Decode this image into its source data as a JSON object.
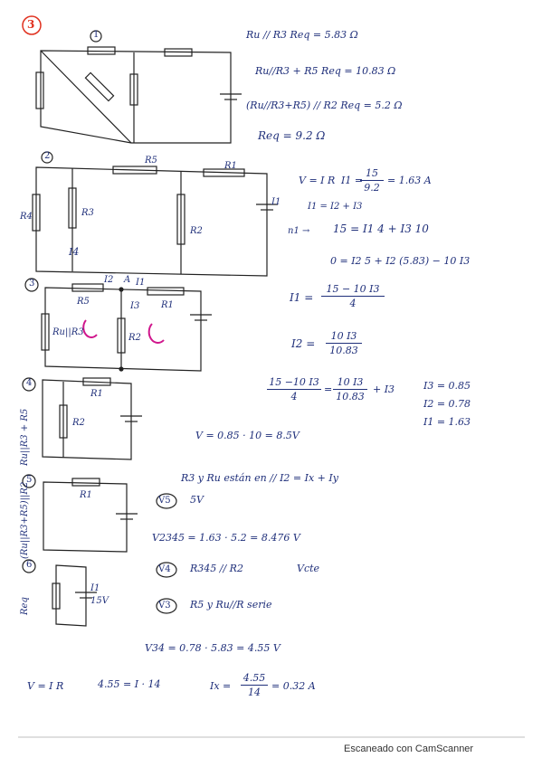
{
  "problem_number": "3",
  "steps": [
    "1",
    "2",
    "3",
    "4",
    "5",
    "6"
  ],
  "side_labels": {
    "step4": "Ru||R3 + R5",
    "step5": "(Ru||R3+R5)||R2",
    "step6": "Req"
  },
  "circuit_labels": {
    "c2_r5": "R5",
    "c2_r1": "R1",
    "c2_r4": "R4",
    "c2_r3": "R3",
    "c2_r2": "R2",
    "c2_i1": "I1",
    "c2_ix": "I4",
    "c3_i2": "I2",
    "c3_a": "A",
    "c3_i1": "I1",
    "c3_i3": "I3",
    "c3_r5": "R5",
    "c3_r1": "R1",
    "c3_ru3": "Ru||R3",
    "c3_r2": "R2",
    "c4_r1": "R1",
    "c4_r2": "R2",
    "c5_r1": "R1",
    "c6_i1": "I1",
    "c6_15v": "15V"
  },
  "notes": {
    "n1": "Ru // R3   Req = 5.83 Ω",
    "n2": "Ru//R3 + R5   Req = 10.83 Ω",
    "n3": "(Ru//R3+R5) // R2   Req = 5.2 Ω",
    "n4": "Req = 9.2 Ω",
    "n5a": "V = I R",
    "n5b": "I1 =",
    "n5c": "= 1.63 A",
    "n6": "I1 = I2 + I3",
    "n7a": "n1 →",
    "n7b": "15 = I1 4 + I3 10",
    "n8": "0 = I2 5 + I2 (5.83) − 10 I3",
    "n9": "I1 =",
    "n10": "I2 =",
    "n11_pre": "15 −10 I3",
    "n11_mid": "10 I3",
    "n11_post": "+ I3",
    "n12a": "I3 = 0.85",
    "n12b": "I2 = 0.78",
    "n12c": "I1 = 1.63",
    "n13": "V  = 0.85 · 10 = 8.5V",
    "n14": "R3 y Ru están en //    I2 = Ix + Iy",
    "n15": "5V",
    "n16": "V2345 = 1.63 · 5.2 = 8.476 V",
    "n17a": "R345 // R2",
    "n17b": "Vcte",
    "n18": "R5 y Ru//R serie",
    "n19": "V34 = 0.78 · 5.83 = 4.55 V",
    "n20a": "V = I R",
    "n20b": "4.55 = I · 14",
    "n20c": "Ix =",
    "n20d": "= 0.32 A"
  },
  "fractions": {
    "f1_num": "15",
    "f1_den": "9.2",
    "f2_num": "15 − 10 I3",
    "f2_den": "4",
    "f3_num": "10 I3",
    "f3_den": "10.83",
    "f4_den_a": "4",
    "f4_den_b": "10.83",
    "f5_num": "4.55",
    "f5_den": "14"
  },
  "circled": {
    "v5": "V5",
    "v4": "V4",
    "v3": "V3"
  },
  "footer": "Escaneado con CamScanner"
}
